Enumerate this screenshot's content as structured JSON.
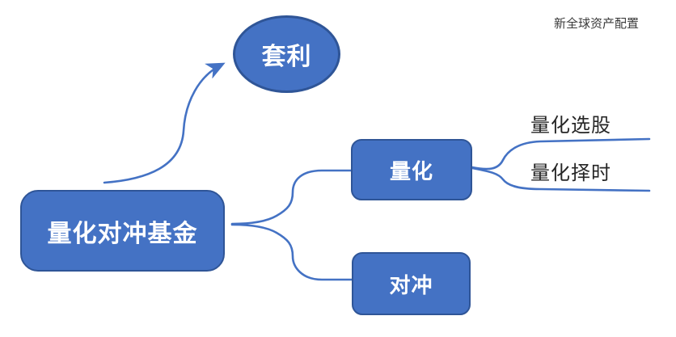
{
  "note": "新全球资产配置",
  "diagram": {
    "root": "量化对冲基金",
    "bubble": "套利",
    "branch_quant": "量化",
    "branch_hedge": "对冲",
    "leaf_stock": "量化选股",
    "leaf_timing": "量化择时"
  },
  "colors": {
    "node_fill": "#4472C4",
    "node_border": "#2F5597",
    "connector": "#4472C4",
    "node_text": "#ffffff",
    "label_text": "#262626",
    "note_text": "#3a3a3a",
    "canvas_bg": "#ffffff"
  }
}
